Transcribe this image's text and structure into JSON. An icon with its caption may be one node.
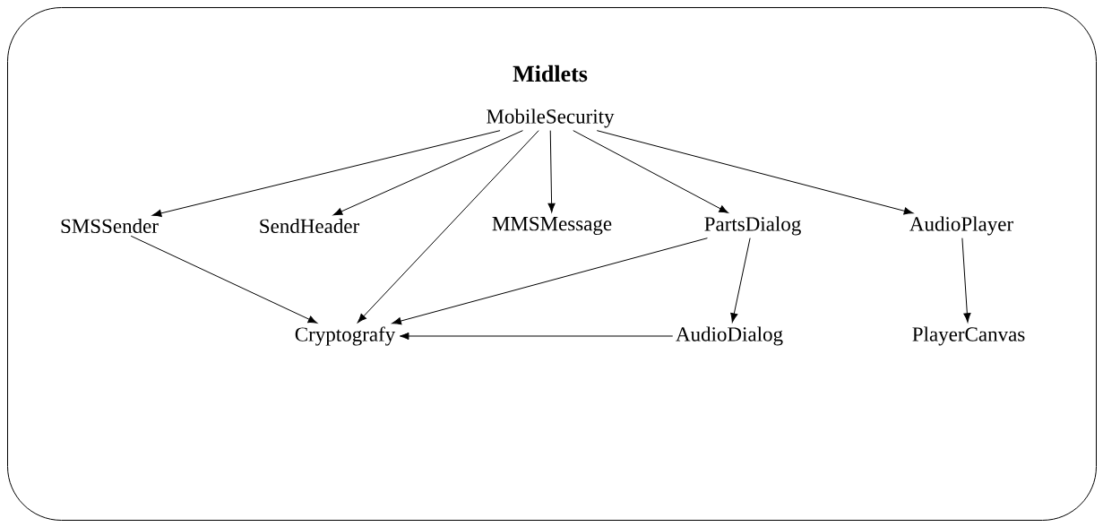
{
  "diagram": {
    "nodes": [
      {
        "text": [
          "Midlets"
        ]
      },
      {
        "text": [
          "MobileSecurity"
        ],
        "in": 0
      },
      {
        "text": [
          "SMSSender"
        ],
        "in": 0
      },
      {
        "text": [
          "SendHeader"
        ],
        "in": 0
      },
      {
        "text": [
          "MMSMessage"
        ],
        "in": 0
      },
      {
        "text": [
          "PartsDialog"
        ],
        "in": 0
      },
      {
        "text": [
          "AudioPlayer"
        ],
        "in": 0
      },
      {
        "text": [
          "Cryptografy"
        ],
        "in": 0
      },
      {
        "text": [
          "AudioDialog"
        ],
        "in": 0
      },
      {
        "text": [
          "PlayerCanvas"
        ],
        "in": 0
      }
    ],
    "edges": [
      {
        "from": 1,
        "to": 2,
        "arrow": "to"
      },
      {
        "from": 1,
        "to": 3,
        "arrow": "to"
      },
      {
        "from": 1,
        "to": 7,
        "arrow": "to"
      },
      {
        "from": 1,
        "to": 4,
        "arrow": "to"
      },
      {
        "from": 1,
        "to": 5,
        "arrow": "to"
      },
      {
        "from": 1,
        "to": 6,
        "arrow": "to"
      },
      {
        "from": 2,
        "to": 7,
        "arrow": "to"
      },
      {
        "from": 5,
        "to": 7,
        "arrow": "to"
      },
      {
        "from": 5,
        "to": 8,
        "arrow": "to"
      },
      {
        "from": 8,
        "to": 7,
        "arrow": "to"
      },
      {
        "from": 6,
        "to": 9,
        "arrow": "to"
      }
    ]
  }
}
